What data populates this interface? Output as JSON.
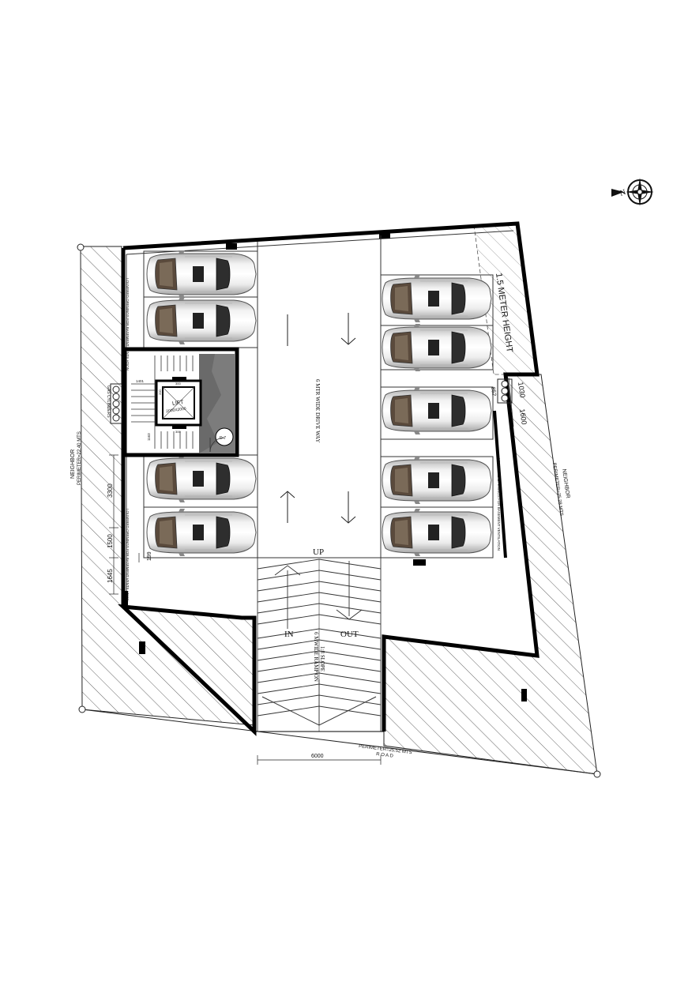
{
  "labels": {
    "north_symbol": "N",
    "driveway": "6 MTR WIDE DRIVE WAY",
    "ramp": "6 MWIDE RAMP ON",
    "ramp_slope": "1:8 SLOPE",
    "up": "UP",
    "in": "IN",
    "out": "OUT",
    "lift": "LIFT",
    "lift_size": "2000X2000",
    "duct": "D-7",
    "meter_height": "1.5 METER HEIGHT",
    "gas_cylinders": "GAS CYLINDERS",
    "louvered_top": "LOUVERED OPENINGS FOR BASEMENT VENTILATION",
    "louvered_bottom": "LOUVERED OPENINGS FOR BASEMENT VENTILATION",
    "louvered_right": "LOUVERED OPENINGS FOR BASEMENT VENTILATION",
    "neighbor_left": "NEIGHBOR",
    "perimeter_left": "PERIMETER=22.40 MTS",
    "neighbor_right": "NEIGHBOR",
    "perimeter_right": "PERIMETER=25.28 MTS",
    "perimeter_bottom": "PERIMETER=25.52 MTS",
    "road": "R O A D"
  },
  "dimensions": {
    "d3300": "3300",
    "d1500": "1500",
    "d1645": "1645",
    "d199": "199",
    "d6000": "6000",
    "d1030": "1030",
    "d1600": "1600",
    "d852": "852",
    "d1401": "1401",
    "d1163": "1163",
    "lift_top": "300",
    "lift_bottom": "300",
    "lift_side": "200"
  }
}
